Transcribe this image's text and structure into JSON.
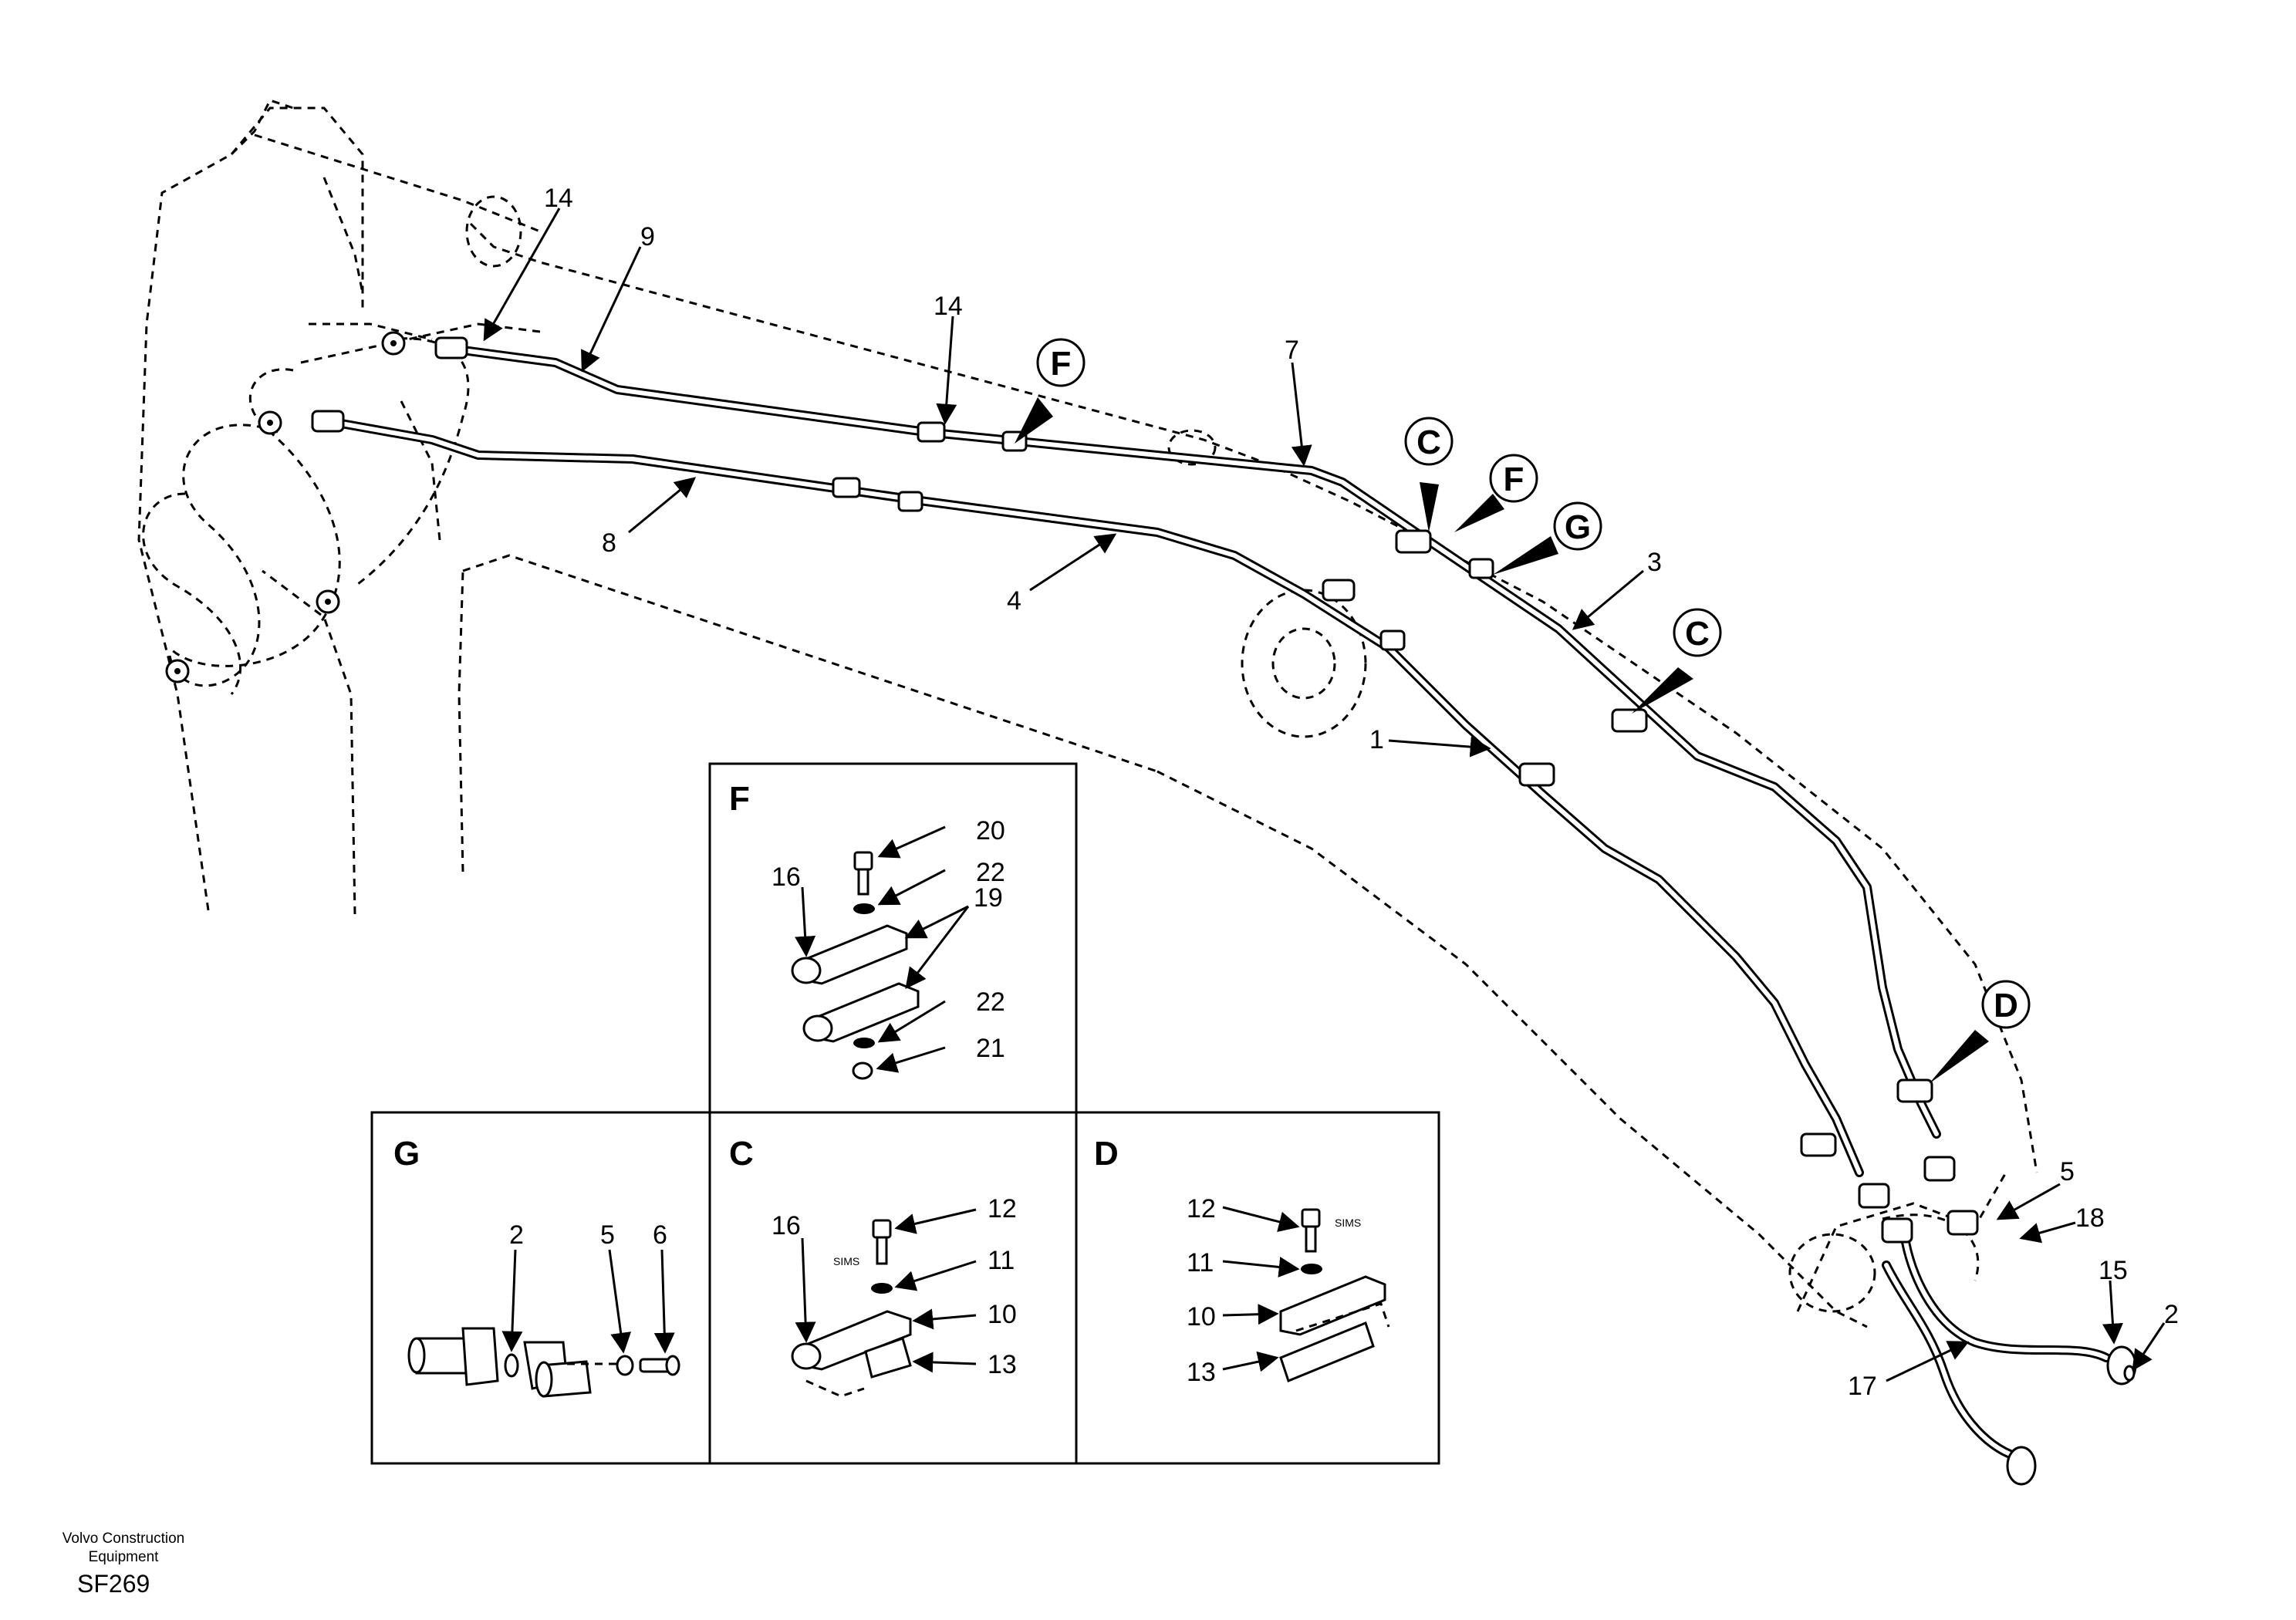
{
  "footer": {
    "brand_line1": "Volvo Construction",
    "brand_line2": "Equipment",
    "code": "SF269"
  },
  "main_labels": [
    "14",
    "9",
    "14",
    "7",
    "8",
    "4",
    "3",
    "1",
    "5",
    "18",
    "15",
    "2",
    "17"
  ],
  "callouts": [
    "F",
    "C",
    "F",
    "G",
    "C",
    "D"
  ],
  "panels": {
    "F": {
      "title": "F",
      "labels": [
        "20",
        "22",
        "16",
        "19",
        "22",
        "21"
      ]
    },
    "G": {
      "title": "G",
      "labels": [
        "2",
        "5",
        "6"
      ]
    },
    "C": {
      "title": "C",
      "labels": [
        "12",
        "16",
        "11",
        "10",
        "13"
      ]
    },
    "D": {
      "title": "D",
      "labels": [
        "12",
        "11",
        "10",
        "13"
      ]
    }
  }
}
